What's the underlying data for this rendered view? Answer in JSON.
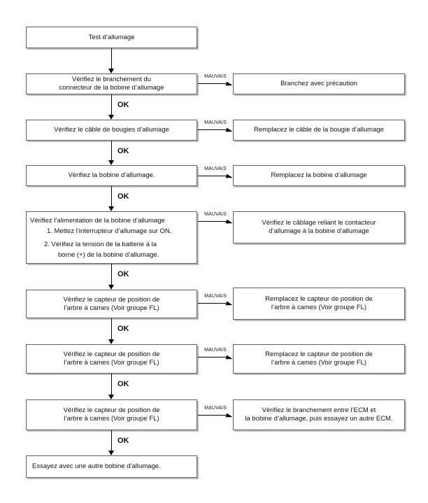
{
  "labels": {
    "ok": "OK",
    "bad": "MAUVAIS"
  },
  "colors": {
    "bg": "#ffffff",
    "text": "#111111",
    "border": "#616161",
    "shadow": "#bdbdbd",
    "arrow": "#000000"
  },
  "steps": [
    {
      "left": [
        "Test d’allumage"
      ]
    },
    {
      "left": [
        "Vérifiez le branchement du",
        "connecteur de la bobine d’allumage"
      ],
      "right": [
        "Branchez avec précaution"
      ]
    },
    {
      "left": [
        "Vérifiez le câble de bougies d’allumage"
      ],
      "right": [
        "Remplacez le câble de la bougie d’allumage"
      ]
    },
    {
      "left": [
        "Vérifiez la bobine d’allumage."
      ],
      "right": [
        "Remplacez la bobine d’allumage"
      ]
    },
    {
      "left": [
        "Vérifiez l’alimentation de la bobine d’allumage",
        "1. Mettez l’interrupteur d’allumage sur ON.",
        "2. Vérifiez la tension de la batterie à la",
        "borne (+) de la bobine d’allumage."
      ],
      "right": [
        "Vérifiez le câblage reliant le contacteur",
        "d’allumage à la bobine d’allumage"
      ]
    },
    {
      "left": [
        "Vérifiez le capteur de position de",
        "l’arbre à cames (Voir groupe FL)"
      ],
      "right": [
        "Remplacez le capteur de position de",
        "l’arbre à cames (Voir groupe FL)"
      ]
    },
    {
      "left": [
        "Vérifiez le capteur de position de",
        "l’arbre à cames (Voir groupe FL)"
      ],
      "right": [
        "Remplacez le capteur de position de",
        "l’arbre à cames (Voir groupe FL)"
      ]
    },
    {
      "left": [
        "Vérifiez le capteur de position de",
        "l’arbre à cames (Voir groupe FL)"
      ],
      "right": [
        "Vérifiez le branchement entre l’ECM et",
        "la bobine d’allumage, puis essayez un autre ECM."
      ]
    },
    {
      "left": [
        "Essayez avec une autre bobine d’allumage."
      ]
    }
  ]
}
